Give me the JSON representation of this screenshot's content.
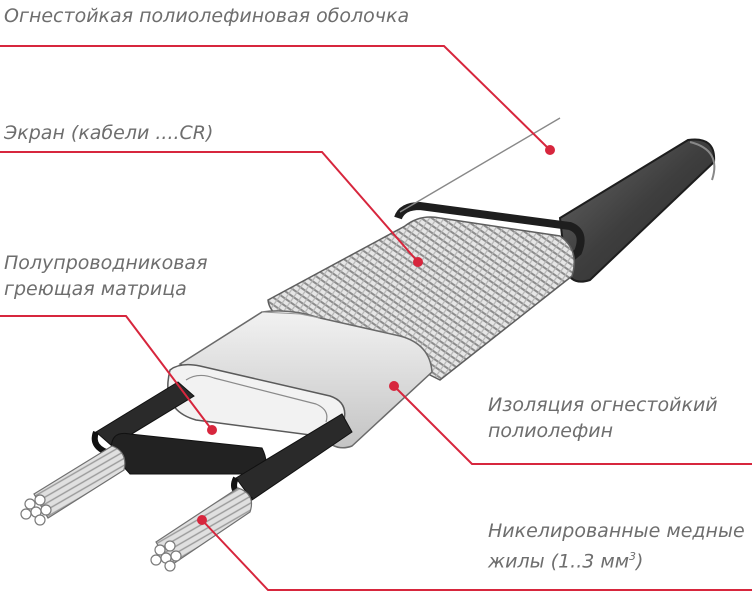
{
  "labels": {
    "outer_sheath": "Огнестойкая полиолефиновая оболочка",
    "screen": "Экран (кабели ....CR)",
    "matrix_line1": "Полупроводниковая",
    "matrix_line2": "греющая матрица",
    "insulation_line1": "Изоляция огнестойкий",
    "insulation_line2": "полиолефин",
    "cores_line1": "Никелированные медные",
    "cores_line2_main": "жилы (1..3 мм",
    "cores_line2_sup": "3",
    "cores_line2_end": ")"
  },
  "colors": {
    "leader": "#d7263d",
    "label_text": "#6e6e6e",
    "outer_sheath": "#4a4a4a",
    "insulation": "#dcdcdc",
    "matrix": "#e9e9e9",
    "core_black": "#222222"
  }
}
